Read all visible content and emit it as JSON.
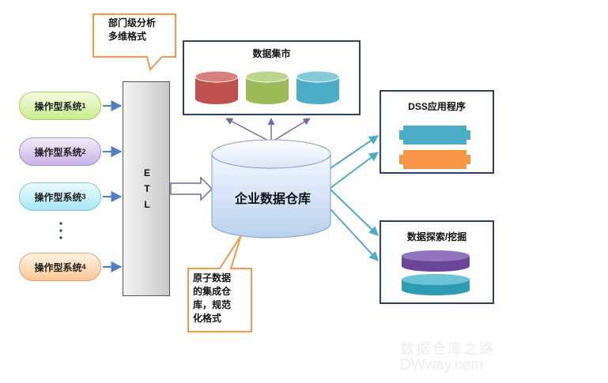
{
  "callout_top": {
    "line1": "部门级分析",
    "line2": "多维格式"
  },
  "callout_bottom": {
    "line1": "原子数据",
    "line2": "的集成仓",
    "line3": "库，规范",
    "line4": "化格式"
  },
  "sources": [
    {
      "label": "操作型系统",
      "num": "1"
    },
    {
      "label": "操作型系统",
      "num": "2"
    },
    {
      "label": "操作型系统",
      "num": "3"
    },
    {
      "label": "操作型系统",
      "num": "4"
    }
  ],
  "etl": {
    "e": "E",
    "t": "T",
    "l": "L"
  },
  "data_mart": {
    "title": "数据集市"
  },
  "warehouse": {
    "title": "企业数据仓库"
  },
  "dss": {
    "title": "DSS应用程序"
  },
  "mining": {
    "title": "数据探索/挖掘"
  },
  "watermark": {
    "line1": "数据仓库之路",
    "line2": "DWway.com"
  },
  "colors": {
    "mart_red": "#c0504d",
    "mart_green": "#9bbb59",
    "mart_teal": "#4bacc6",
    "dss_teal": "#4bacc6",
    "dss_orange": "#f79646",
    "mining_purple": "#7a55a8",
    "mining_teal": "#3fa9c0",
    "arrow_purple": "#8064a2",
    "arrow_teal": "#4bacc6",
    "callout_orange": "#f79646",
    "panel_border": "#2f3f66",
    "connector_blue": "#4f81bd"
  }
}
